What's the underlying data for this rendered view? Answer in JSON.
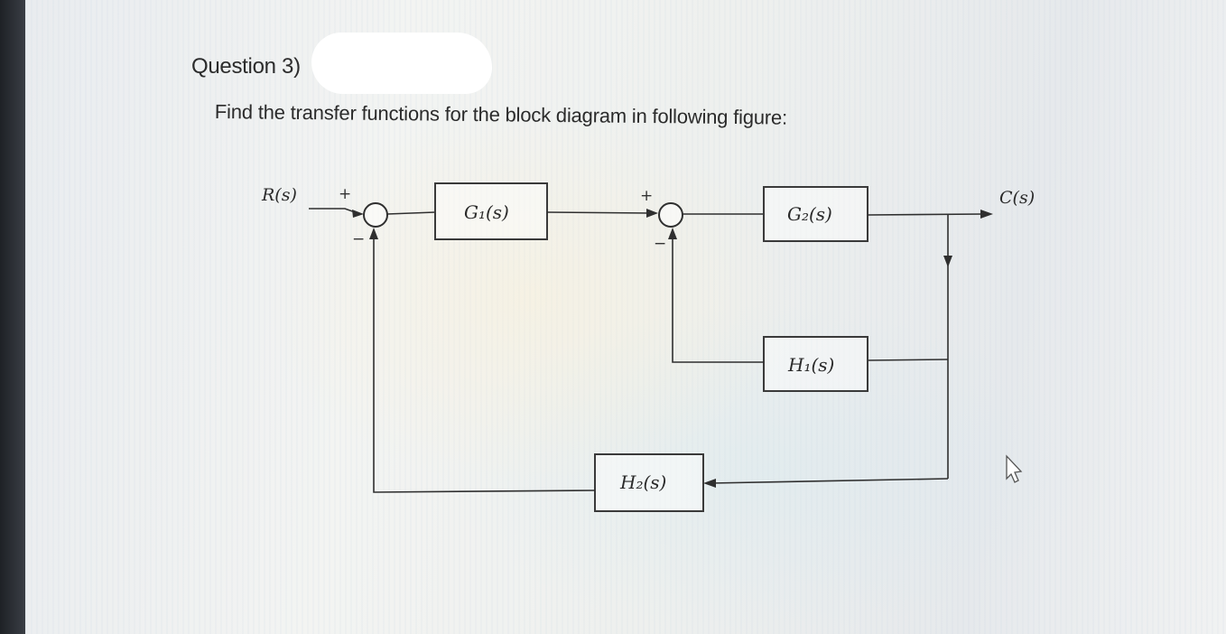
{
  "question": {
    "title": "Question 3)",
    "prompt": "Find the transfer functions for the block diagram in following figure:"
  },
  "diagram": {
    "input_label": "R(s)",
    "output_label": "C(s)",
    "blocks": {
      "g1": "G₁(s)",
      "g2": "G₂(s)",
      "h1": "H₁(s)",
      "h2": "H₂(s)"
    },
    "summing_junction_1": {
      "plus": "+",
      "minus": "−"
    },
    "summing_junction_2": {
      "plus": "+",
      "minus": "−"
    }
  },
  "icons": [
    "mouse-cursor-icon"
  ]
}
